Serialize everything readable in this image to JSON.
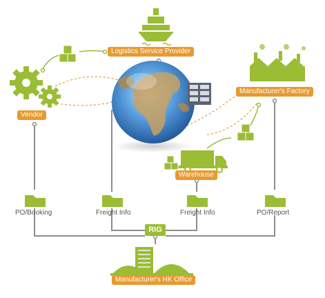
{
  "colors": {
    "green": "#9bbc35",
    "orange": "#e89a30",
    "line": "#8c8c8c",
    "dash": "#e89a30",
    "globe_ocean": "#2f7ac4",
    "globe_land": "#c8a160"
  },
  "nodes": {
    "logistics": "Logistics Service Provider",
    "vendor": "Vendor",
    "factory": "Manufacturer's Factory",
    "warehouse": "Warehouse",
    "hk_office": "Manufacturer's HK Office",
    "rig": "RIG"
  },
  "folders": [
    {
      "label": "PO/Booking"
    },
    {
      "label": "Freight Info"
    },
    {
      "label": "Freight Info"
    },
    {
      "label": "PO/Report"
    }
  ],
  "icons": [
    "ship-icon",
    "gears-icon",
    "factory-icon",
    "truck-icon",
    "globe-icon",
    "server-rack-icon",
    "office-building-icon",
    "boxes-icon",
    "folder-icon"
  ]
}
